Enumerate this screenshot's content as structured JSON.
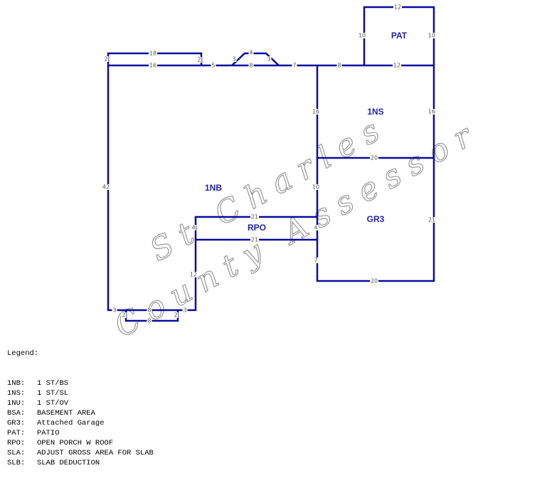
{
  "areas": {
    "pat": "PAT",
    "ns": "1NS",
    "nb": "1NB",
    "rpo": "RPO",
    "gr3": "GR3"
  },
  "dims": {
    "top_bump_top": "18",
    "top_bump_bottom": "16",
    "top_bump_left": "2",
    "top_bump_right": "2",
    "top_5": "5",
    "bay_left": "3",
    "bay_top": "4",
    "bay_right": "3",
    "bay_base": "8",
    "top_7": "7",
    "top_8": "8",
    "top_12": "12",
    "pat_top": "12",
    "pat_left": "10",
    "pat_right": "10",
    "left_wall": "42",
    "mid_16": "16",
    "mid_10": "10",
    "mid_4": "4",
    "mid_7": "7",
    "right_16": "16",
    "right_21": "21",
    "ns_gr3_div": "20",
    "gr3_bottom": "20",
    "rpo_top": "21",
    "rpo_bottom": "21",
    "rpo_left": "4",
    "lower_12": "12",
    "bottom_left_3": "3",
    "bottom_8": "8",
    "bottom_right_3": "3",
    "porch_left": "2",
    "porch_bottom": "8",
    "porch_right": "2"
  },
  "watermark": {
    "line1": "St Charles",
    "line2": "County Assessor"
  },
  "legend": {
    "title": "Legend:",
    "items": [
      {
        "code": "1NB:",
        "desc": "1 ST/BS"
      },
      {
        "code": "1NS:",
        "desc": "1 ST/SL"
      },
      {
        "code": "1NU:",
        "desc": "1 ST/OV"
      },
      {
        "code": "BSA:",
        "desc": "BASEMENT AREA"
      },
      {
        "code": "GR3:",
        "desc": "Attached Garage"
      },
      {
        "code": "PAT:",
        "desc": "PATIO"
      },
      {
        "code": "RPO:",
        "desc": "OPEN PORCH W ROOF"
      },
      {
        "code": "SLA:",
        "desc": "ADJUST GROSS AREA FOR SLAB"
      },
      {
        "code": "SLB:",
        "desc": "SLAB DEDUCTION"
      }
    ]
  }
}
